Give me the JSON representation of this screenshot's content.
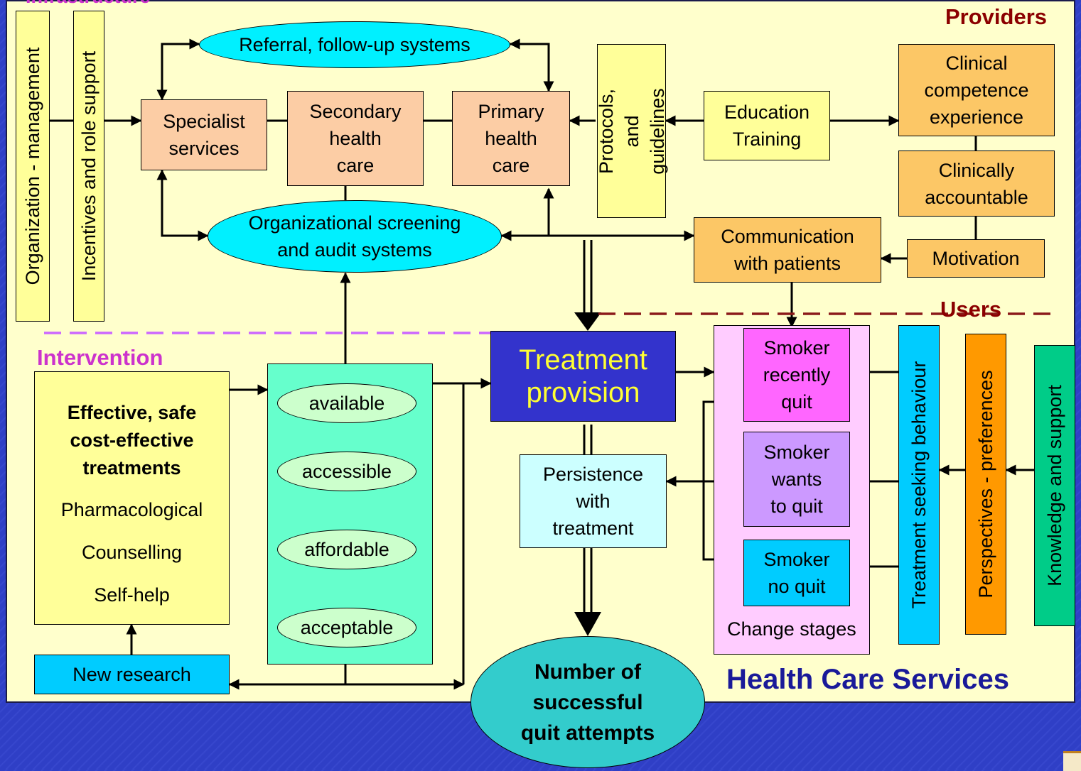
{
  "title_partial": "Infrastructure",
  "section_labels": {
    "providers": "Providers",
    "users": "Users",
    "intervention": "Intervention",
    "health_care_services": "Health Care  Services"
  },
  "infrastructure": {
    "organization": "Organization - management",
    "incentives": "Incentives and role support",
    "referral": "Referral, follow-up systems",
    "screening": "Organizational screening\nand audit systems",
    "specialist": "Specialist\nservices",
    "secondary": "Secondary\nhealth\ncare",
    "primary": "Primary\nhealth\ncare",
    "protocols": "Protocols, and\nguidelines"
  },
  "providers": {
    "education": "Education\nTraining",
    "clinical_competence": "Clinical\ncompetence\nexperience",
    "clinically_accountable": "Clinically\naccountable",
    "motivation": "Motivation",
    "communication": "Communication\nwith patients"
  },
  "intervention": {
    "treatments_bold": "Effective, safe\ncost-effective\ntreatments",
    "treatment_types": [
      "Pharmacological",
      "Counselling",
      "Self-help"
    ],
    "new_research": "New research",
    "access_steps": [
      "available",
      "accessible",
      "affordable",
      "acceptable"
    ]
  },
  "treatment": {
    "provision": "Treatment\nprovision",
    "persistence": "Persistence\nwith\ntreatment",
    "outcome": "Number of\nsuccessful\nquit attempts"
  },
  "users": {
    "stages": [
      "Smoker\nrecently\nquit",
      "Smoker\nwants\nto quit",
      "Smoker\nno quit"
    ],
    "change_stages": "Change stages",
    "treatment_seeking": "Treatment seeking behaviour",
    "perspectives": "Perspectives - preferences",
    "knowledge": "Knowledge and support"
  },
  "colors": {
    "background": "#2f3fc6",
    "panel": "#ffffcc",
    "treatment_provision": "#3333cc",
    "section_dark_red": "#8b0000",
    "section_purple": "#cc33cc",
    "section_navy": "#1a1a99"
  }
}
